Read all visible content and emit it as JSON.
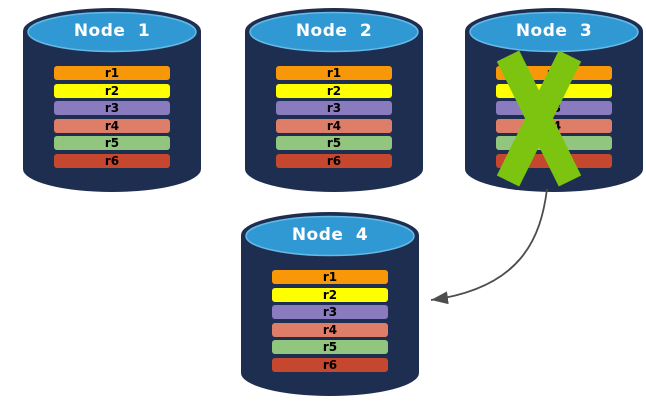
{
  "colors": {
    "background": "#FFFFFF",
    "cylinder_body": "#1E2E50",
    "cylinder_top": "#3099D4",
    "cylinder_top_edge": "#66BAE6",
    "node_label_text": "#FFFFFF",
    "row_label_text": "#000000",
    "failure_cross": "#7CC410",
    "arrow": "#4D4D4D"
  },
  "rows": [
    {
      "label": "r1",
      "color": "#F89808"
    },
    {
      "label": "r2",
      "color": "#FFFF00"
    },
    {
      "label": "r3",
      "color": "#8A7BBE"
    },
    {
      "label": "r4",
      "color": "#DF7E68"
    },
    {
      "label": "r5",
      "color": "#92C67E"
    },
    {
      "label": "r6",
      "color": "#C4472E"
    }
  ],
  "nodes": [
    {
      "label": "Node 1",
      "failed": false
    },
    {
      "label": "Node 2",
      "failed": false
    },
    {
      "label": "Node 3",
      "failed": true
    },
    {
      "label": "Node 4",
      "failed": false
    }
  ],
  "arrow": {
    "from": "Node 3",
    "to": "Node 4"
  }
}
